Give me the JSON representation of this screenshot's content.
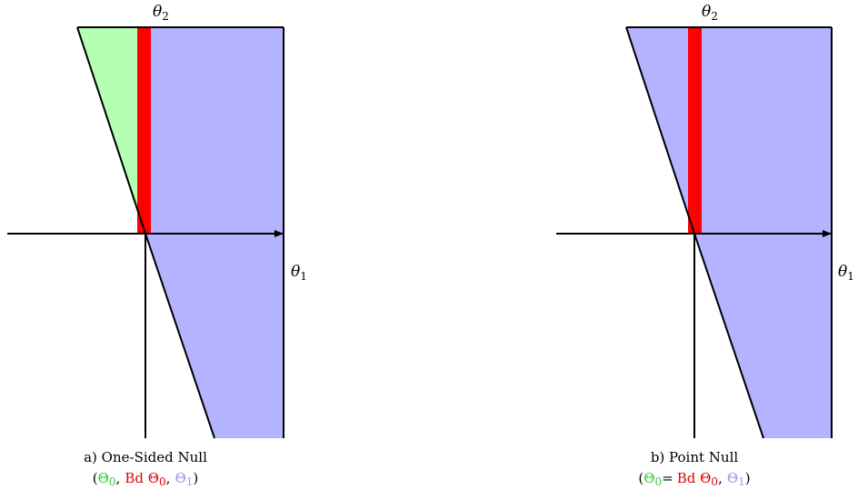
{
  "panels": [
    {
      "y_axis_label": "θ",
      "y_axis_label_sub": "2",
      "x_axis_label": "θ",
      "x_axis_label_sub": "1",
      "caption_title": "a) One-Sided Null",
      "caption_open": "(",
      "caption_part1": "Θ",
      "caption_part1_sub": "0",
      "caption_sep1": ",",
      "caption_part2": "Bd Θ",
      "caption_part2_sub": "0",
      "caption_sep2": ",",
      "caption_part3": "Θ",
      "caption_part3_sub": "1",
      "caption_close": ")"
    },
    {
      "y_axis_label": "θ",
      "y_axis_label_sub": "2",
      "x_axis_label": "θ",
      "x_axis_label_sub": "1",
      "caption_title": "b) Point Null",
      "caption_open": "(",
      "caption_part1": "Θ",
      "caption_part1_sub": "0",
      "caption_sep1": "=",
      "caption_part2": "Bd Θ",
      "caption_part2_sub": "0",
      "caption_sep2": ",",
      "caption_part3": "Θ",
      "caption_part3_sub": "1",
      "caption_close": ")"
    }
  ],
  "colors": {
    "null_region": "#b3ffb3",
    "boundary": "#ff0000",
    "alternative_region": "#b3b3ff",
    "axis": "#000000",
    "caption_null": "#33cc33",
    "caption_boundary": "#e60000",
    "caption_alternative": "#9999ee"
  }
}
